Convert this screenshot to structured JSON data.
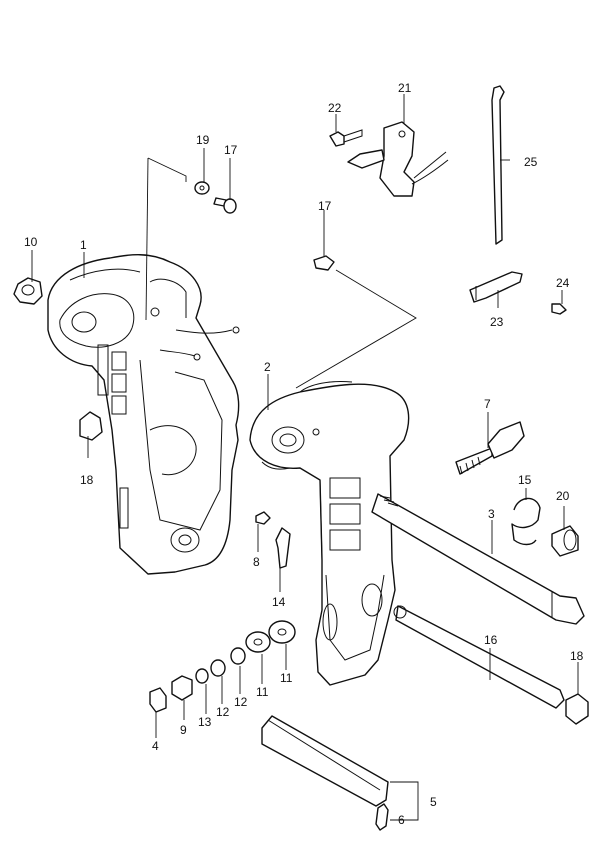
{
  "callouts": {
    "c1": "1",
    "c2": "2",
    "c3": "3",
    "c4": "4",
    "c5": "5",
    "c6": "6",
    "c7": "7",
    "c8": "8",
    "c9": "9",
    "c10": "10",
    "c11a": "11",
    "c11b": "11",
    "c12a": "12",
    "c12b": "12",
    "c13": "13",
    "c14": "14",
    "c15": "15",
    "c16": "16",
    "c17a": "17",
    "c17b": "17",
    "c18a": "18",
    "c18b": "18",
    "c19": "19",
    "c20": "20",
    "c21": "21",
    "c22": "22",
    "c23": "23",
    "c24": "24",
    "c25": "25"
  }
}
